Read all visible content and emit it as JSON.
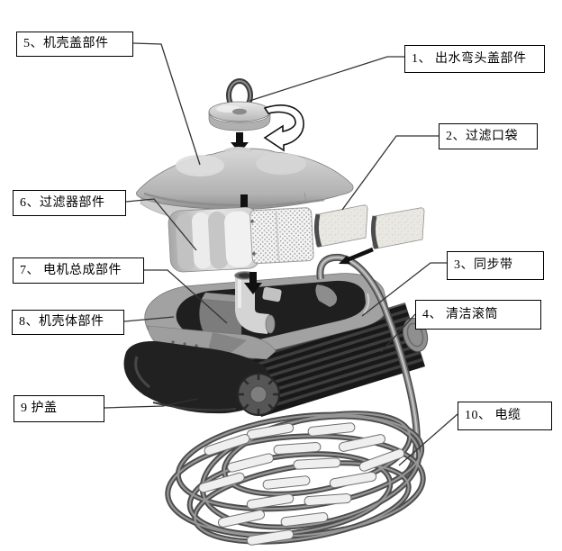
{
  "diagram": {
    "type": "exploded-parts-diagram",
    "background": "#ffffff",
    "colors": {
      "leader_line": "#333333",
      "label_border": "#000000",
      "label_fill": "#ffffff",
      "label_text": "#000000",
      "machine_dark": "#1c1c1c",
      "machine_gray": "#9c9c9c",
      "machine_light": "#d9d9d9",
      "cable_gray": "#8d8d8d",
      "float_white": "#efefef"
    },
    "labels": [
      {
        "id": "1",
        "text": "1、 出水弯头盖部件",
        "part": "outlet-elbow-cover"
      },
      {
        "id": "2",
        "text": "2、过滤口袋",
        "part": "filter-bag"
      },
      {
        "id": "3",
        "text": "3、同步带",
        "part": "timing-belt"
      },
      {
        "id": "4",
        "text": "4、 清洁滚筒",
        "part": "cleaning-roller"
      },
      {
        "id": "5",
        "text": "5、机壳盖部件",
        "part": "housing-cover"
      },
      {
        "id": "6",
        "text": "6、过滤器部件",
        "part": "filter-assembly"
      },
      {
        "id": "7",
        "text": "7、 电机总成部件",
        "part": "motor-assembly"
      },
      {
        "id": "8",
        "text": "8、机壳体部件",
        "part": "housing-body"
      },
      {
        "id": "9",
        "text": "9 护盖",
        "part": "protective-cover"
      },
      {
        "id": "10",
        "text": "10、 电缆",
        "part": "cable"
      }
    ]
  }
}
